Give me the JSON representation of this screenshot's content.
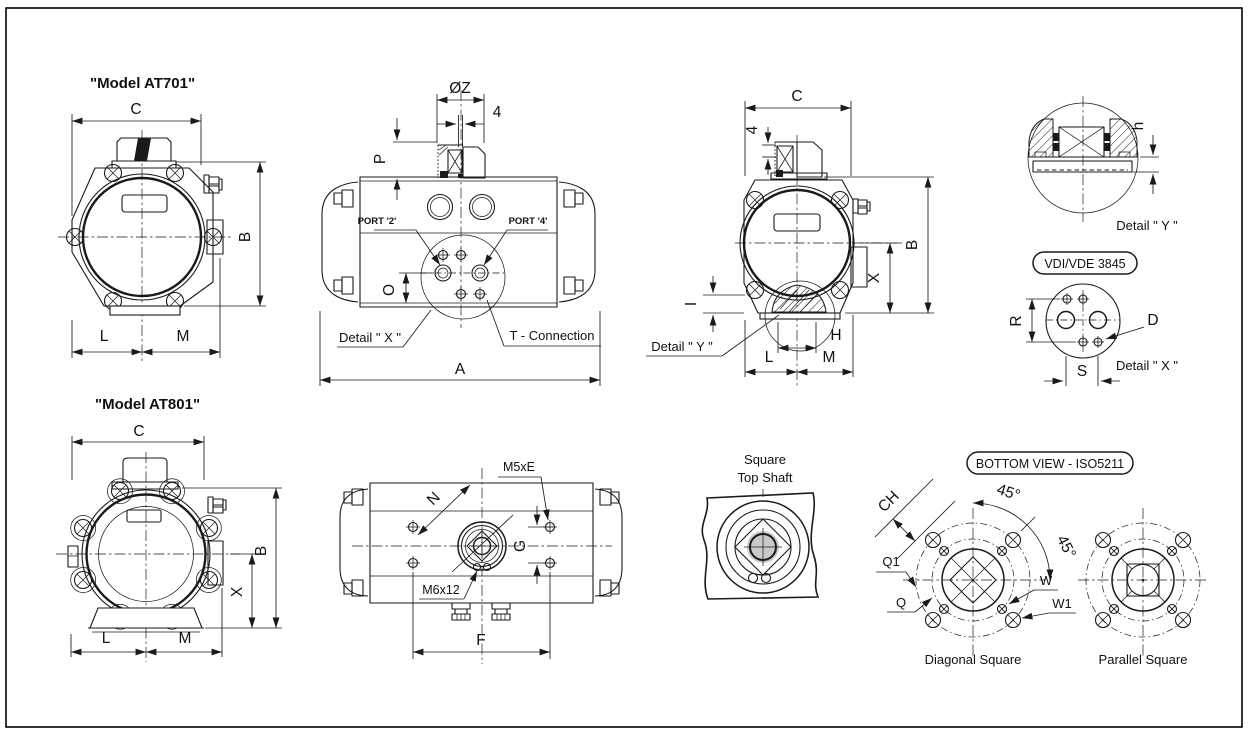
{
  "frame": {
    "background": "#ffffff",
    "line_color": "#1a1a1a",
    "shaft_fill": "#c9c9c9"
  },
  "views": {
    "at701_front": {
      "title": "\"Model AT701\"",
      "dim_c": "C",
      "dim_b": "B",
      "dim_l": "L",
      "dim_m": "M"
    },
    "at701_side": {
      "dim_phiz": "ØZ",
      "dim_4": "4",
      "dim_p": "P",
      "dim_o": "O",
      "dim_a": "A",
      "port_2": "PORT '2'",
      "port_4": "PORT '4'",
      "detail_x": "Detail \" X \"",
      "t_connection": "T - Connection"
    },
    "at701_end": {
      "dim_c": "C",
      "dim_4": "4",
      "dim_b": "B",
      "dim_x": "X",
      "dim_i": "I",
      "dim_h": "H",
      "dim_l": "L",
      "dim_m": "M",
      "detail_y": "Detail \" Y \""
    },
    "detail_y": {
      "dim_h": "h",
      "caption": "Detail \" Y \""
    },
    "vdi_vde": {
      "badge": "VDI/VDE 3845",
      "dim_r": "R",
      "dim_d": "D",
      "dim_s": "S",
      "caption": "Detail \" X \""
    },
    "at801_front": {
      "title": "\"Model AT801\"",
      "dim_c": "C",
      "dim_b": "B",
      "dim_x": "X",
      "dim_l": "L",
      "dim_m": "M"
    },
    "at801_bottom": {
      "thread_top": "M5xE",
      "thread_bottom": "M6x12",
      "dim_n": "N",
      "dim_g": "G",
      "dim_f": "F"
    },
    "square_top_shaft": {
      "caption_line1": "Square",
      "caption_line2": "Top Shaft"
    },
    "iso5211": {
      "badge": "BOTTOM VIEW - ISO5211",
      "dim_ch": "CH",
      "dim_q1": "Q1",
      "dim_q": "Q",
      "dim_w": "W",
      "dim_w1": "W1",
      "angle_1": "45°",
      "angle_2": "45°",
      "caption_diagonal": "Diagonal Square",
      "caption_parallel": "Parallel Square"
    }
  }
}
